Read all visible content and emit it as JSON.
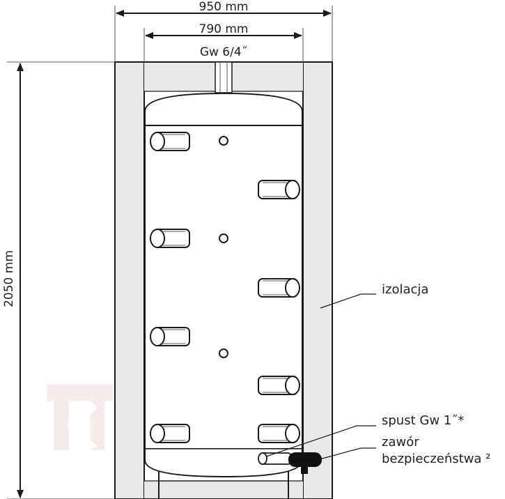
{
  "dimensions": {
    "outer_width": "950 mm",
    "inner_width": "790 mm",
    "connection_top": "Gw 6/4˝",
    "height": "2050 mm"
  },
  "labels": {
    "insulation": "izolacja",
    "drain": "spust Gw 1˝*",
    "valve_line1": "zawór",
    "valve_line2": "bezpieczeństwa ²"
  },
  "colors": {
    "insulation_fill": "#e9e9e9",
    "line": "#1a1a1a",
    "watermark": "#f3e3e3"
  },
  "icons": {
    "watermark": "k-logo-watermark"
  }
}
